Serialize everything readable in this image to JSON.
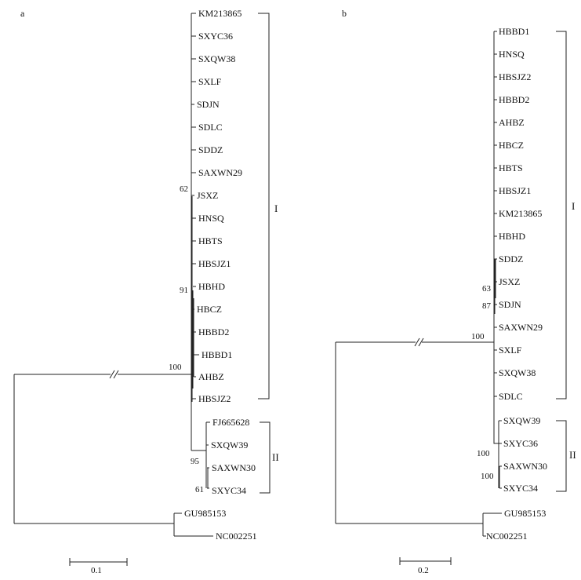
{
  "panel_a": {
    "letter": "a",
    "labels": [
      "KM213865",
      "SXYC36",
      "SXQW38",
      "SXLF",
      "SDJN",
      "SDLC",
      "SDDZ",
      "SAXWN29",
      "JSXZ",
      "HNSQ",
      "HBTS",
      "HBSJZ1",
      "HBHD",
      "HBCZ",
      "HBBD2",
      "HBBD1",
      "AHBZ",
      "HBSJZ2",
      "FJ665628",
      "SXQW39",
      "SAXWN30",
      "SXYC34",
      "GU985153",
      "NC002251"
    ],
    "bootstrap": [
      "62",
      "91",
      "100",
      "95",
      "61"
    ],
    "clade_I": "I",
    "clade_II": "II",
    "scale": "0.1"
  },
  "panel_b": {
    "letter": "b",
    "labels": [
      "HBBD1",
      "HNSQ",
      "HBSJZ2",
      "HBBD2",
      "AHBZ",
      "HBCZ",
      "HBTS",
      "HBSJZ1",
      "KM213865",
      "HBHD",
      "SDDZ",
      "JSXZ",
      "SDJN",
      "SAXWN29",
      "SXLF",
      "SXQW38",
      "SDLC",
      "SXQW39",
      "SXYC36",
      "SAXWN30",
      "SXYC34",
      "GU985153",
      "NC002251"
    ],
    "bootstrap": [
      "63",
      "87",
      "100",
      "100",
      "100"
    ],
    "clade_I": "I",
    "clade_II": "II",
    "scale": "0.2"
  }
}
